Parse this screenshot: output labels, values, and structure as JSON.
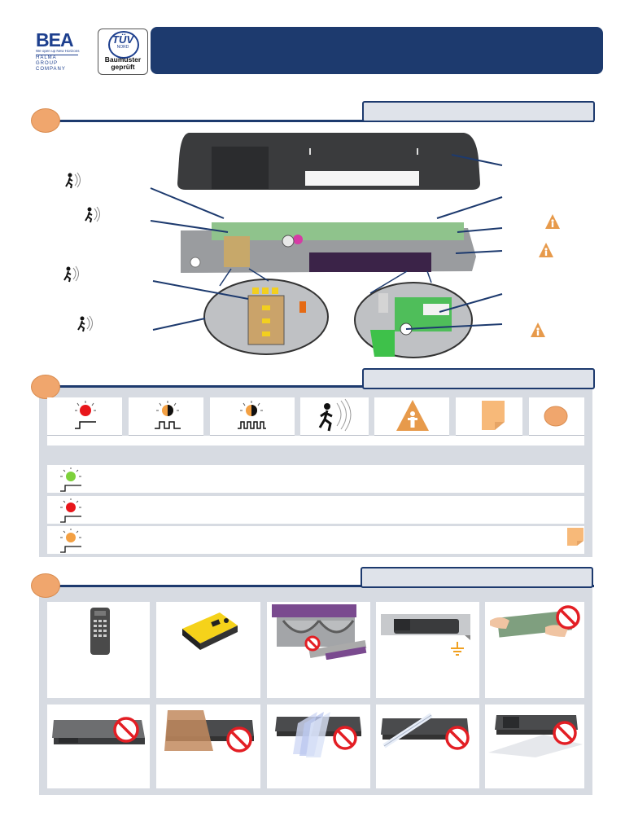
{
  "header": {
    "logo": {
      "brand": "BEA",
      "tagline": "We open up New Horizons",
      "group_line1": "HALMA GROUP",
      "group_line2": "COMPANY"
    },
    "certification": {
      "mark": "TÜV",
      "sub": "NORD",
      "line1": "Baumuster",
      "line2": "geprüft"
    }
  },
  "colors": {
    "navy": "#1d3a6e",
    "orange": "#f0a66d",
    "panel": "#d7dbe2",
    "tab": "#dfe3ea"
  },
  "sections": [
    {
      "id": "section-1",
      "marker_color": "#f0a66d"
    },
    {
      "id": "section-2",
      "marker_color": "#f0a66d"
    },
    {
      "id": "section-3",
      "marker_color": "#f0a66d"
    }
  ],
  "led_legend": {
    "icons": [
      "led-red-steady-icon",
      "led-orange-slow-blink-icon",
      "led-orange-fast-blink-icon",
      "presence-sensor-icon",
      "safety-warning-icon",
      "note-page-icon",
      "orange-dot-icon"
    ],
    "status_rows": [
      {
        "led_color": "#7dd13b",
        "icon": "led-green-steady-icon"
      },
      {
        "led_color": "#e8161b",
        "icon": "led-red-steady-icon"
      },
      {
        "led_color": "#f3a043",
        "icon": "led-orange-steady-icon"
      }
    ]
  },
  "accessories": {
    "row1": [
      "remote-control-image",
      "yellow-tester-image",
      "module-removal-image",
      "grounded-mounting-image",
      "hands-on-board-prohibited-image"
    ],
    "row2": [
      "dirty-cover-prohibited-image",
      "obstruction-prohibited-image",
      "glass-panes-prohibited-image",
      "tube-light-prohibited-image",
      "reflective-floor-prohibited-image"
    ]
  }
}
